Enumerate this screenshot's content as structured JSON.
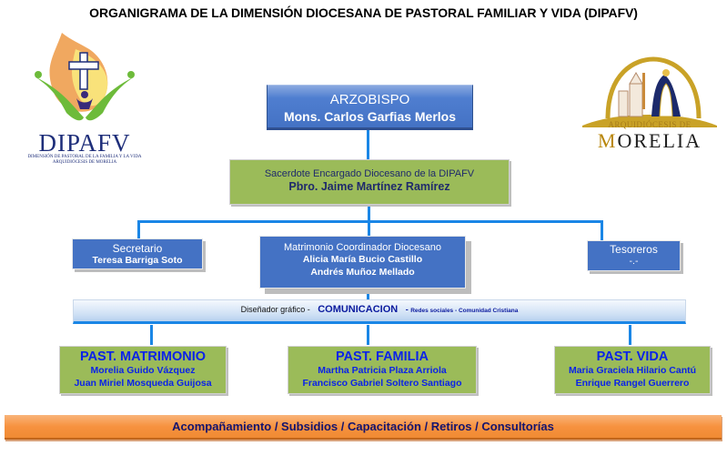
{
  "title": "ORGANIGRAMA DE LA DIMENSIÓN DIOCESANA DE PASTORAL  FAMILIAR Y VIDA (DIPAFV)",
  "logos": {
    "left": {
      "name": "DIPAFV",
      "subtitle_line1": "DIMENSIÓN DE PASTORAL DE LA FAMILIA Y LA VIDA",
      "subtitle_line2": "ARQUIDIÓCESIS DE MORELIA"
    },
    "right": {
      "top": "ARQUIDIÓCESIS DE",
      "main_initial": "M",
      "main_rest": "ORELIA"
    }
  },
  "arzobispo": {
    "role": "ARZOBISPO",
    "name": "Mons. Carlos Garfias Merlos"
  },
  "sacerdote": {
    "role": "Sacerdote Encargado Diocesano de la  DIPAFV",
    "name": "Pbro. Jaime Martínez Ramírez"
  },
  "secretario": {
    "role": "Secretario",
    "name": "Teresa Barriga Soto"
  },
  "coordinador": {
    "role": "Matrimonio Coordinador Diocesano",
    "name1": "Alicia  María  Bucio Castillo",
    "name2": "Andrés  Muñoz Mellado"
  },
  "tesoreros": {
    "role": "Tesoreros",
    "name": "-.-"
  },
  "comunicacion": {
    "prefix": "Diseñador gráfico - ",
    "main": "COMUNICACION",
    "sep": " - ",
    "suffix": "Redes sociales - Comunidad Cristiana"
  },
  "pastorales": [
    {
      "title": "PAST. MATRIMONIO",
      "name1": "Morelia  Guido Vázquez",
      "name2": "Juan Miriel  Mosqueda  Guijosa"
    },
    {
      "title": "PAST. FAMILIA",
      "name1": "Martha  Patricia  Plaza Arriola",
      "name2": "Francisco  Gabriel  Soltero Santiago"
    },
    {
      "title": "PAST. VIDA",
      "name1": "Maria  Graciela  Hilario  Cantú",
      "name2": "Enrique  Rangel Guerrero"
    }
  ],
  "servicios": "Acompañamiento / Subsidios / Capacitación / Retiros / Consultorías",
  "colors": {
    "blue": "#4472c4",
    "green": "#9bbb59",
    "connector": "#1a86e6",
    "orange": "#f7923f",
    "pastoral_text": "#0a23e8"
  }
}
